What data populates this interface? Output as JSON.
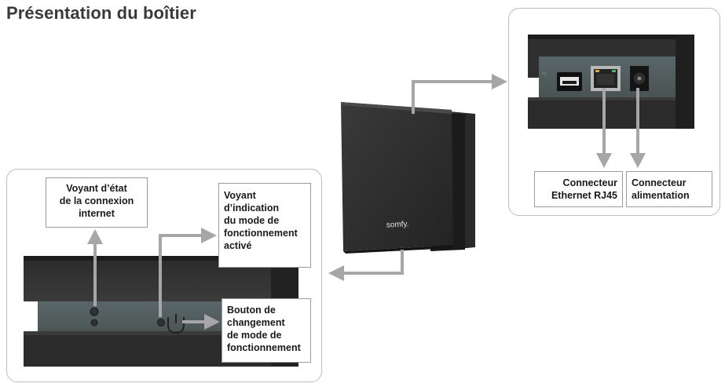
{
  "title": "Présentation du boîtier",
  "device": {
    "brand": "somfy."
  },
  "labels": {
    "voyant_internet": [
      "Voyant d’état",
      "de la connexion",
      "internet"
    ],
    "voyant_mode": [
      "Voyant",
      "d’indication",
      "du mode de",
      "fonctionnement",
      "activé"
    ],
    "bouton_mode": [
      "Bouton de",
      "changement",
      "de mode de",
      "fonctionnement"
    ],
    "ethernet": [
      "Connecteur",
      "Ethernet RJ45"
    ],
    "alimentation": [
      "Connecteur",
      "alimentation"
    ]
  },
  "colors": {
    "arrow": "#a6a6a6",
    "panel_border": "#bdbdbd",
    "device_body": "#2b2b2b",
    "led_housing": "#4f5a5d"
  }
}
